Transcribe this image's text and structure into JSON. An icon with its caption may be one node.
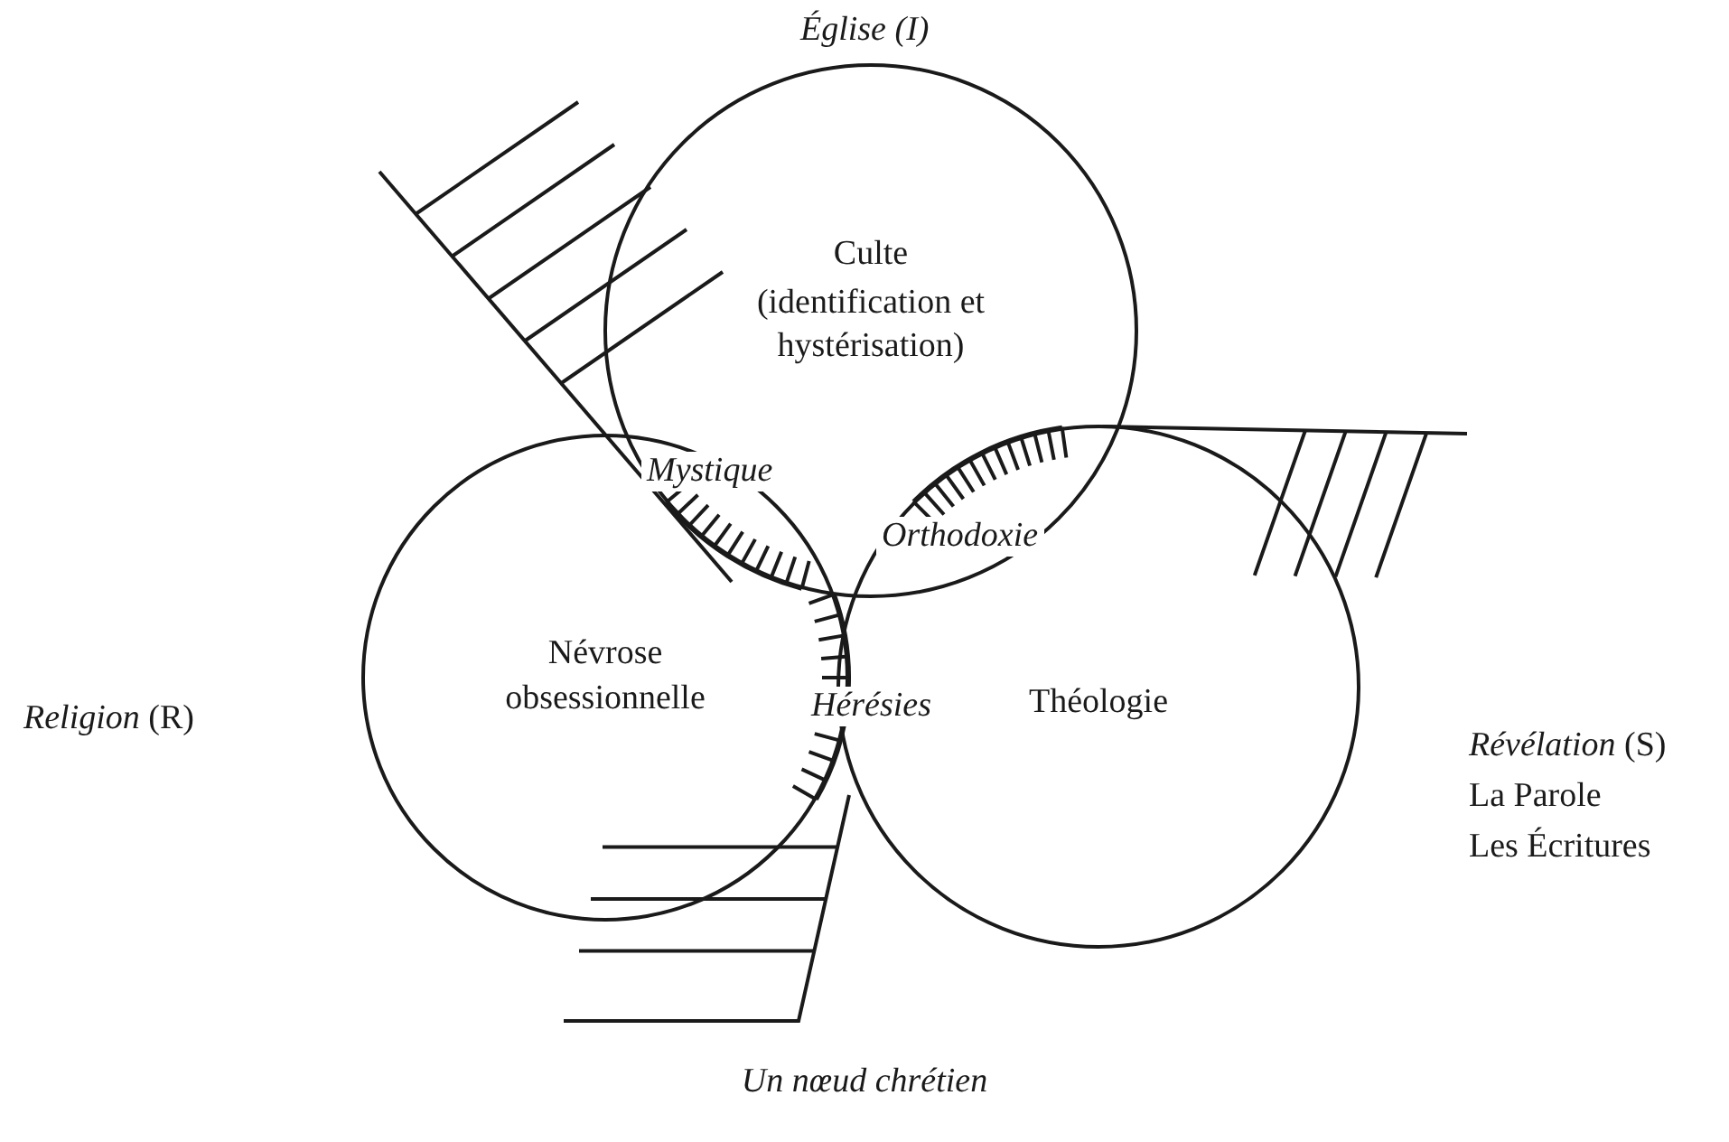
{
  "diagram": {
    "caption": "Un nœud chrétien",
    "nodes": [
      {
        "text": [
          "Culte",
          "(identification et hystérisation)"
        ]
      },
      {
        "text": [
          "Névrose obsessionnelle"
        ]
      },
      {
        "text": [
          "Théologie"
        ]
      }
    ],
    "labels": [
      "Église (I)",
      "Mystique",
      "Orthodoxie",
      "Hérésies",
      "*Religion* (R)",
      "*Révélation* (S)",
      "La Parole",
      "Les Écritures"
    ]
  }
}
